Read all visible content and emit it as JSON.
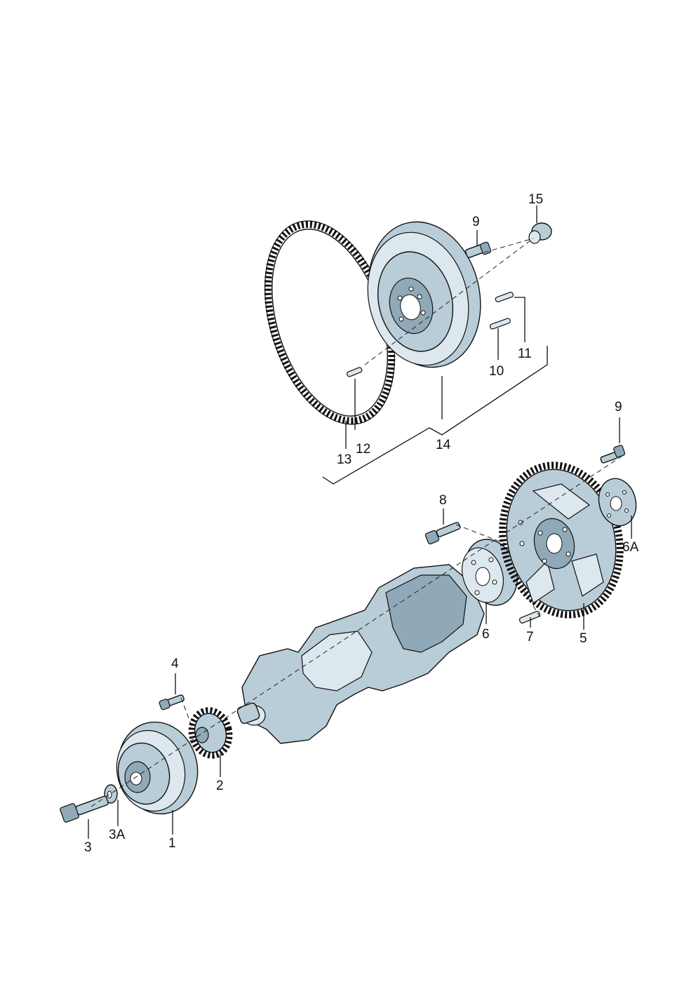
{
  "callouts": {
    "c1": "1",
    "c2": "2",
    "c3": "3",
    "c3a": "3A",
    "c4": "4",
    "c5": "5",
    "c6": "6",
    "c6a": "6A",
    "c7": "7",
    "c8": "8",
    "c9_top": "9",
    "c9_right": "9",
    "c10": "10",
    "c11": "11",
    "c12": "12",
    "c13": "13",
    "c14": "14",
    "c15": "15"
  },
  "colors": {
    "part_fill": "#b9cdd8",
    "part_light": "#dce7ee",
    "part_dark": "#8fa9b8",
    "outline": "#111111"
  }
}
